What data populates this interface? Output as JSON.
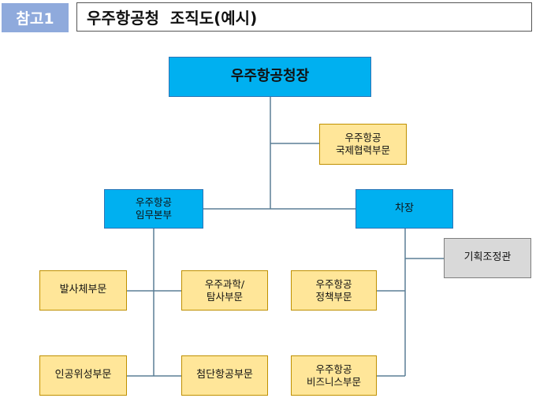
{
  "header": {
    "badge": "참고1",
    "title": "우주항공청  조직도(예시)"
  },
  "org": {
    "head": "우주항공청장",
    "international": [
      "우주항공",
      "국제협력부문"
    ],
    "mission": [
      "우주항공",
      "임무본부"
    ],
    "deputy": "차장",
    "planning": "기획조정관",
    "launch": "발사체부문",
    "science": [
      "우주과학/",
      "탐사부문"
    ],
    "satellite": "인공위성부문",
    "advanced": "첨단항공부문",
    "policy": [
      "우주항공",
      "정책부문"
    ],
    "business": [
      "우주항공",
      "비즈니스부문"
    ]
  },
  "colors": {
    "blue_fill": "#00b0f0",
    "yellow_fill": "#ffe699",
    "gray_fill": "#d9d9d9",
    "badge": "#8faadc",
    "line": "#5b7f95"
  }
}
